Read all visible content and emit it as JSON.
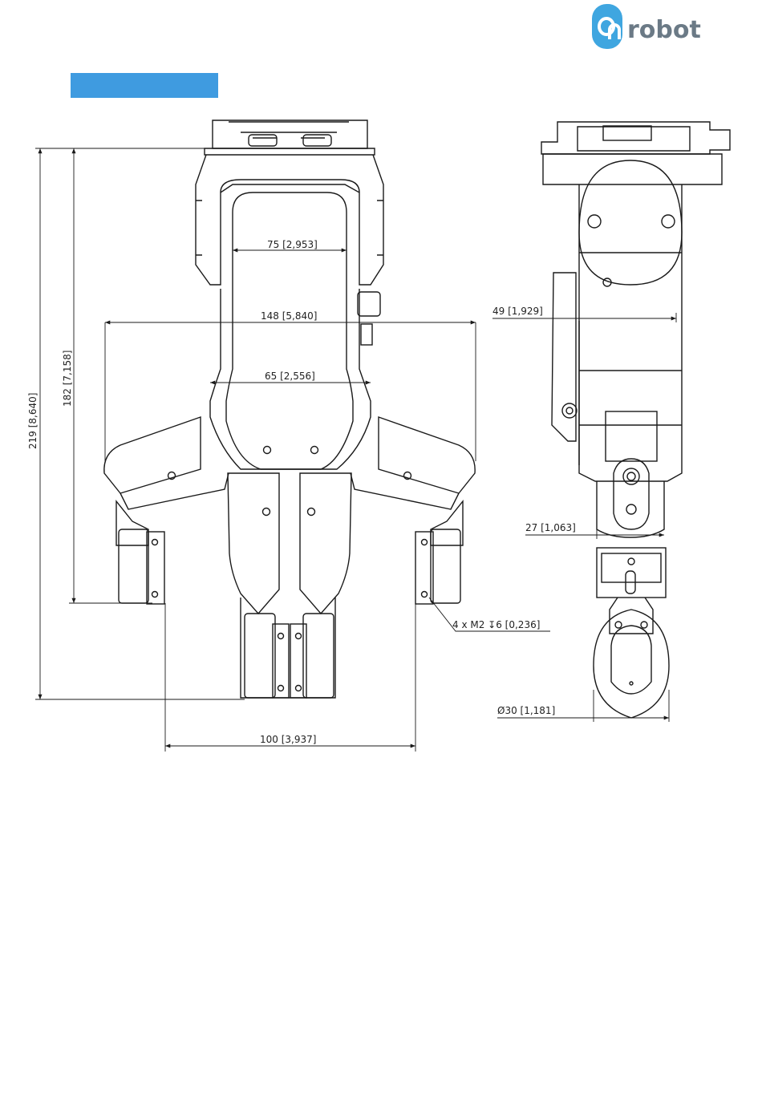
{
  "logo": {
    "brand_text": "robot",
    "brand_color": "#3fa6e0",
    "icon": "onrobot-logo-icon"
  },
  "section_title_bar": {
    "color": "#3f9be0"
  },
  "front_view": {
    "dims": {
      "width_inner": "75 [2,953]",
      "width_fingers": "148 [5,840]",
      "width_palm": "65 [2,556]",
      "height_overall": "219 [8,640]",
      "height_to_fingertip": "182 [7,158]",
      "finger_spread": "100 [3,937]",
      "mount_holes": "4 x M2 ↧6 [0,236]"
    }
  },
  "side_view": {
    "dims": {
      "depth": "49 [1,929]",
      "finger_thickness": "27 [1,063]",
      "diameter": "Ø30 [1,181]"
    }
  },
  "colors": {
    "line": "#1a1a1a",
    "accent": "#3f9be0"
  }
}
